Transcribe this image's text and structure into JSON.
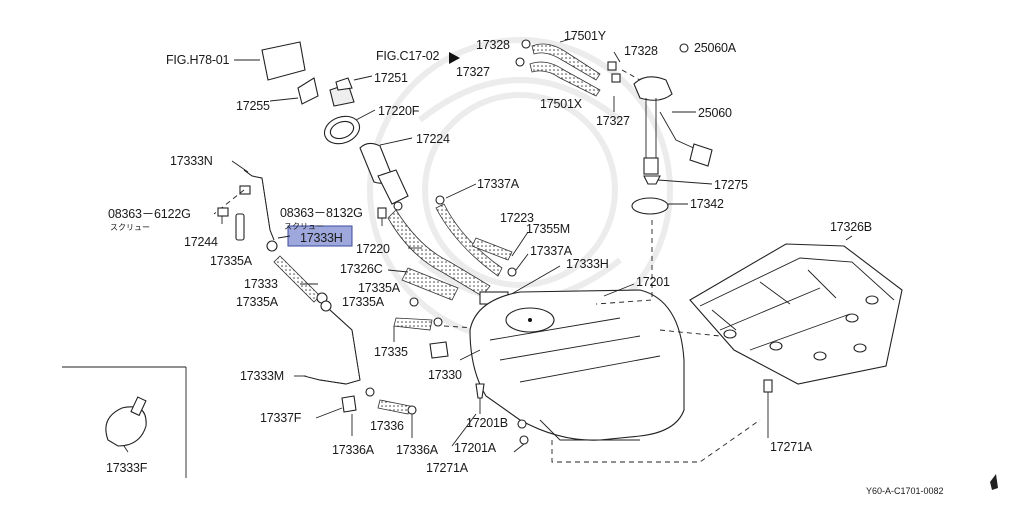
{
  "diagram": {
    "reference_code": "Y60-A-C1701-0082",
    "highlight_color": "#9fa8dc",
    "fig_refs": [
      "FIG.H78-01",
      "FIG.C17-02"
    ],
    "note_text": "スクリュー",
    "parts": {
      "p17501Y": "17501Y",
      "p17328a": "17328",
      "p17328b": "17328",
      "p25060A": "25060A",
      "p17327a": "17327",
      "p17251": "17251",
      "p17501X": "17501X",
      "p17255": "17255",
      "p17220F": "17220F",
      "p25060": "25060",
      "p17327b": "17327",
      "p17224": "17224",
      "p17333N": "17333N",
      "p17337Aa": "17337A",
      "p17275": "17275",
      "p08363_6122G": "08363－6122G",
      "p08363_8132G": "08363－8132G",
      "p17223": "17223",
      "p17342": "17342",
      "p17355M": "17355M",
      "p17244": "17244",
      "p17333H_hl": "17333H",
      "p17220": "17220",
      "p17337Ab": "17337A",
      "p17326B": "17326B",
      "p17335Aa": "17335A",
      "p17326C": "17326C",
      "p17333Hb": "17333H",
      "p17333": "17333",
      "p17201": "17201",
      "p17335Ab": "17335A",
      "p17335Ac": "17335A",
      "p17335Ad": "17335A",
      "p17335": "17335",
      "p17330": "17330",
      "p17333M": "17333M",
      "p17337F": "17337F",
      "p17336": "17336",
      "p17201B": "17201B",
      "p17201A": "17201A",
      "p17271Aa": "17271A",
      "p17271Ab": "17271A",
      "p17336Aa": "17336A",
      "p17336Ab": "17336A",
      "p17333F": "17333F"
    }
  }
}
